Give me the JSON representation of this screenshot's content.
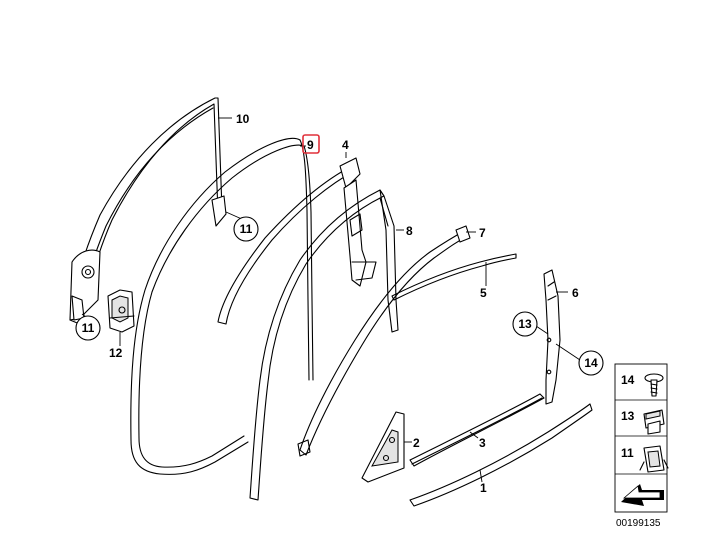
{
  "diagram": {
    "callouts": [
      {
        "id": "c10",
        "label": "10"
      },
      {
        "id": "c9",
        "label": "9",
        "highlighted": true
      },
      {
        "id": "c4",
        "label": "4"
      },
      {
        "id": "c8",
        "label": "8"
      },
      {
        "id": "c7",
        "label": "7"
      },
      {
        "id": "c5",
        "label": "5"
      },
      {
        "id": "c6",
        "label": "6"
      },
      {
        "id": "c2",
        "label": "2"
      },
      {
        "id": "c3",
        "label": "3"
      },
      {
        "id": "c1",
        "label": "1"
      },
      {
        "id": "c12",
        "label": "12"
      }
    ],
    "circled": [
      {
        "id": "c11a",
        "label": "11"
      },
      {
        "id": "c11b",
        "label": "11"
      },
      {
        "id": "c13",
        "label": "13"
      },
      {
        "id": "c14",
        "label": "14"
      }
    ],
    "legend": [
      {
        "label": "14",
        "icon": "screw-icon"
      },
      {
        "label": "13",
        "icon": "clip-nut-icon"
      },
      {
        "label": "11",
        "icon": "retainer-clip-icon"
      }
    ],
    "highlight_color": "#e0303a",
    "drawing_id": "00199135"
  }
}
